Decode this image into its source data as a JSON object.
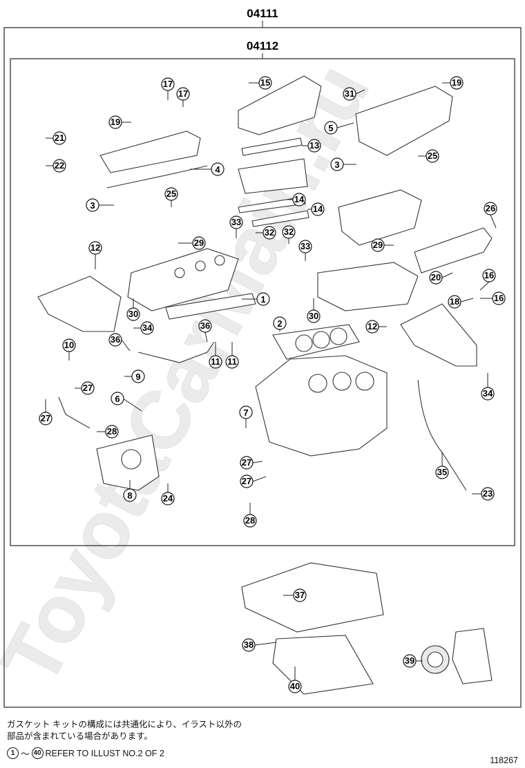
{
  "assembly": {
    "outer_code": "04111",
    "inner_code": "04112"
  },
  "watermark": "ToyotaCarMain.ru",
  "callouts": {
    "c1": "1",
    "c2": "2",
    "c3a": "3",
    "c3b": "3",
    "c4": "4",
    "c5": "5",
    "c6": "6",
    "c7": "7",
    "c8": "8",
    "c9": "9",
    "c10": "10",
    "c11a": "11",
    "c11b": "11",
    "c12a": "12",
    "c12b": "12",
    "c13": "13",
    "c14a": "14",
    "c14b": "14",
    "c15": "15",
    "c16a": "16",
    "c16b": "16",
    "c17a": "17",
    "c17b": "17",
    "c18": "18",
    "c19a": "19",
    "c19b": "19",
    "c20": "20",
    "c21": "21",
    "c22": "22",
    "c23": "23",
    "c24": "24",
    "c25a": "25",
    "c25b": "25",
    "c26": "26",
    "c27a": "27",
    "c27b": "27",
    "c27c": "27",
    "c27d": "27",
    "c28a": "28",
    "c28b": "28",
    "c29a": "29",
    "c29b": "29",
    "c30a": "30",
    "c30b": "30",
    "c31": "31",
    "c32a": "32",
    "c32b": "32",
    "c33a": "33",
    "c33b": "33",
    "c34a": "34",
    "c34b": "34",
    "c35": "35",
    "c36a": "36",
    "c36b": "36",
    "c37": "37",
    "c38": "38",
    "c39": "39",
    "c40": "40"
  },
  "notes": {
    "jp_line1": "ガスケット キットの構成には共通化により、イラスト以外の",
    "jp_line2": "部品が含まれている場合があります。",
    "range_start": "1",
    "range_sep": "〜",
    "range_end": "40",
    "refer": "REFER TO ILLUST NO.2 OF 2"
  },
  "diagram_number": "118267"
}
